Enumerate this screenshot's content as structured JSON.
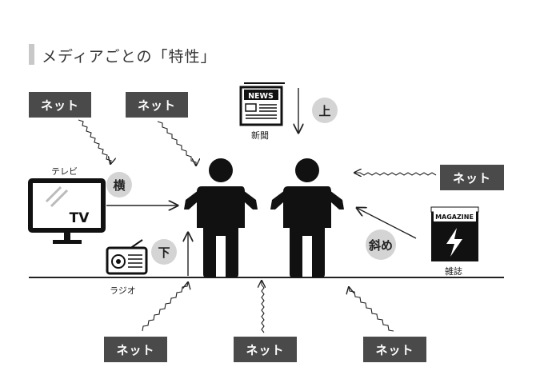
{
  "title": "メディアごとの「特性」",
  "network_label": "ネット",
  "network_boxes": [
    "ネット",
    "ネット",
    "ネット",
    "ネット",
    "ネット",
    "ネット"
  ],
  "media": {
    "tv": {
      "label": "テレビ",
      "screen_text": "TV",
      "direction": "横"
    },
    "newspaper": {
      "label": "新聞",
      "header_text": "NEWS",
      "direction": "上"
    },
    "radio": {
      "label": "ラジオ",
      "direction": "下"
    },
    "magazine": {
      "label": "雑誌",
      "header_text": "MAGAZINE",
      "direction": "斜め"
    }
  }
}
